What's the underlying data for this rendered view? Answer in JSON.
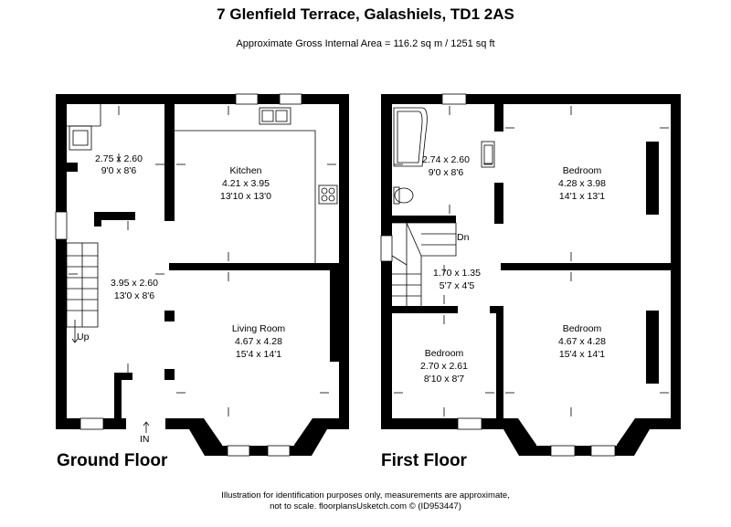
{
  "header": {
    "title": "7 Glenfield Terrace, Galashiels, TD1 2AS",
    "area": "Approximate Gross Internal Area = 116.2 sq m / 1251 sq ft"
  },
  "ground_floor": {
    "label": "Ground Floor",
    "utility": {
      "metric": "2.75 x 2.60",
      "imperial": "9'0 x 8'6"
    },
    "kitchen": {
      "name": "Kitchen",
      "metric": "4.21 x 3.95",
      "imperial": "13'10 x 13'0"
    },
    "hall": {
      "metric": "3.95 x 2.60",
      "imperial": "13'0 x 8'6"
    },
    "living": {
      "name": "Living Room",
      "metric": "4.67 x 4.28",
      "imperial": "15'4 x 14'1"
    },
    "stairs_label": "Up",
    "entrance_label": "IN"
  },
  "first_floor": {
    "label": "First Floor",
    "bathroom": {
      "metric": "2.74 x 2.60",
      "imperial": "9'0 x 8'6"
    },
    "bedroom1": {
      "name": "Bedroom",
      "metric": "4.28 x 3.98",
      "imperial": "14'1 x 13'1"
    },
    "landing": {
      "metric": "1.70 x 1.35",
      "imperial": "5'7 x 4'5"
    },
    "bedroom2": {
      "name": "Bedroom",
      "metric": "2.70 x 2.61",
      "imperial": "8'10 x 8'7"
    },
    "bedroom3": {
      "name": "Bedroom",
      "metric": "4.67 x 4.28",
      "imperial": "15'4 x 14'1"
    },
    "stairs_label": "Dn"
  },
  "footer": {
    "line1": "Illustration for identification purposes only, measurements are approximate,",
    "line2": "not to scale. floorplansUsketch.com © (ID953447)"
  }
}
